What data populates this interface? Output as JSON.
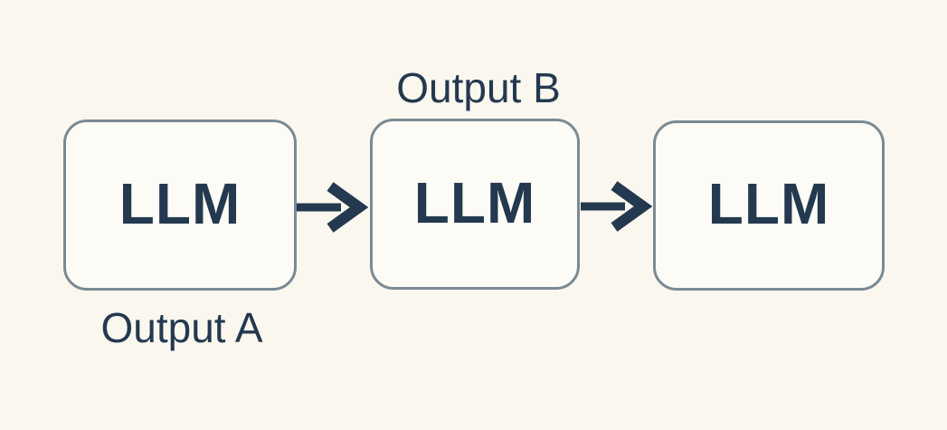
{
  "diagram": {
    "type": "flowchart",
    "direction": "left-to-right",
    "nodes": [
      {
        "id": "llm-1",
        "label": "LLM"
      },
      {
        "id": "llm-2",
        "label": "LLM"
      },
      {
        "id": "llm-3",
        "label": "LLM"
      }
    ],
    "arrows": [
      {
        "from": "llm-1",
        "to": "llm-2"
      },
      {
        "from": "llm-2",
        "to": "llm-3"
      }
    ],
    "annotations": [
      {
        "id": "output-a",
        "text": "Output A",
        "position": "below llm-1"
      },
      {
        "id": "output-b",
        "text": "Output B",
        "position": "above llm-2"
      }
    ],
    "colors": {
      "background": "#faf7ef",
      "box_fill": "#fdfbf5",
      "box_border": "#7b8a93",
      "text": "#24394f",
      "arrow": "#24394f"
    }
  }
}
